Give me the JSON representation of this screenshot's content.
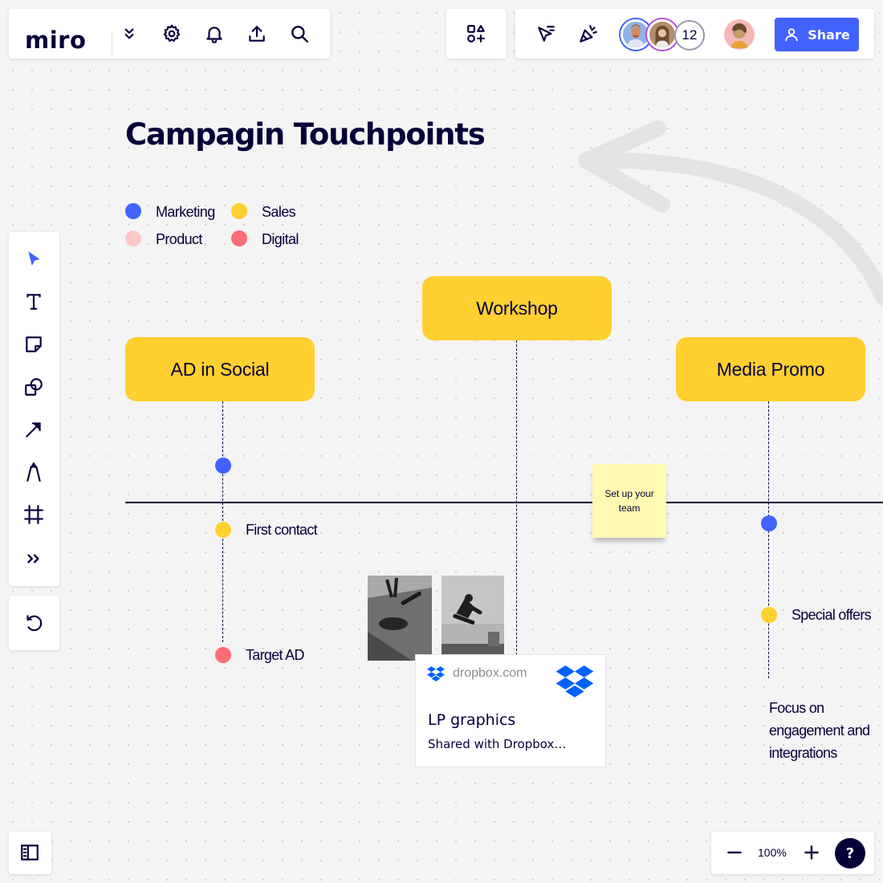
{
  "app": {
    "logo": "miro"
  },
  "header": {
    "left_icons": [
      "chevrons-down-icon",
      "gear-icon",
      "bell-icon",
      "upload-icon",
      "search-icon"
    ],
    "apps_icon": "shapes-plus-icon",
    "right_icons": [
      "cursor-filter-icon",
      "party-popper-icon"
    ],
    "collaborators_count": "12",
    "share_label": "Share"
  },
  "board": {
    "title": "Campagin Touchpoints",
    "legend": [
      {
        "label": "Marketing",
        "color": "#4262ff"
      },
      {
        "label": "Sales",
        "color": "#ffd02f"
      },
      {
        "label": "Product",
        "color": "#ffc6c6"
      },
      {
        "label": "Digital",
        "color": "#fd6d75"
      }
    ],
    "stickers": {
      "ad_social": "AD in Social",
      "workshop": "Workshop",
      "media_promo": "Media Promo"
    },
    "points": {
      "first_contact": "First contact",
      "target_ad": "Target AD",
      "special_offers": "Special offers"
    },
    "note": "Set up your team",
    "focus_text": "Focus on engagement and integrations",
    "dropbox_card": {
      "domain": "dropbox.com",
      "title": "LP graphics",
      "subtitle": "Shared with Dropbox…"
    }
  },
  "toolbar": {
    "tools": [
      "select-icon",
      "text-icon",
      "sticky-note-icon",
      "shapes-icon",
      "arrow-icon",
      "pen-icon",
      "frame-icon",
      "more-icon"
    ],
    "undo_icon": "undo-icon"
  },
  "footer": {
    "zoom_level": "100%",
    "help": "?"
  },
  "colors": {
    "accent": "#4262ff",
    "sticker_yellow": "#ffd02f",
    "ink": "#050038"
  }
}
